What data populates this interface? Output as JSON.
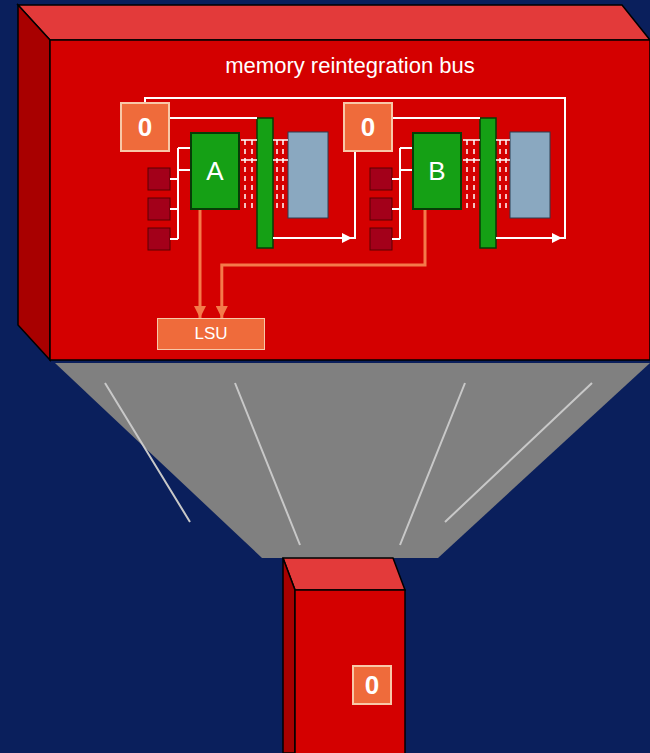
{
  "diagram": {
    "nodes": [
      {
        "text": [
          "memory reintegration bus"
        ]
      },
      {
        "text": [
          "0"
        ],
        "in": 0
      },
      {
        "text": [
          "A"
        ],
        "in": 0
      },
      {
        "text": [
          "0"
        ],
        "in": 0
      },
      {
        "text": [
          "B"
        ],
        "in": 0
      },
      {
        "text": [
          "LSU"
        ],
        "in": 0
      },
      {
        "text": [
          "0"
        ]
      }
    ],
    "edges": [
      {
        "from": 2,
        "to": 5,
        "arrow": "to"
      },
      {
        "from": 4,
        "to": 5,
        "arrow": "to"
      }
    ]
  }
}
